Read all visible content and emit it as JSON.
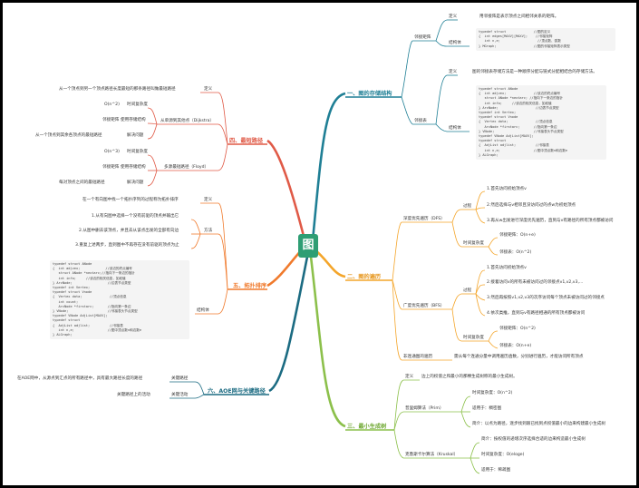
{
  "center": "图",
  "branch1": {
    "title": "一、图的存储结构",
    "adj_matrix": {
      "label": "邻接矩阵",
      "def_label": "定义",
      "def_text": "用邻接阵是表示顶点之间相邻关系的矩阵。",
      "struct_label": "结构体",
      "code": "typedef struct              //图的定义\n{  int edges[MAXV][MAXV];    //邻接矩阵\n   int n,e;                   //顶点数、弧数\n} MGraph;                   //图的邻接矩阵表示类型"
    },
    "adj_list": {
      "label": "邻接表",
      "def_label": "定义",
      "def_text": "图的邻接表存储方法是一种顺序分配与链式分配相结合的存储方法。",
      "struct_label": "结构体",
      "code": "typedef struct ANode\n{  int adjvex;              //该边的终点编号\n   struct ANode *nextarc; //指向下一条边的指针\n   int info;     //该边的相关信息，如权值\n} ArcNode;                   //边表节点类型\ntypedef int Vertex;\ntypedef struct Vnode\n{  Vertex data;              //顶点信息\n   ArcNode *firstarc;       //指向第一条边\n} VNode;                    //邻接表头节点类型\ntypedef VNode AdjList[MAXV];\ntypedef struct\n{  AdjList adjlist;          //邻接表\n   int n,e;                 //图中顶点数n和边数e\n} ALGraph;"
    }
  },
  "branch2": {
    "title": "二、图的遍历",
    "dfs": {
      "label": "深度优先遍历（DFS）",
      "process_label": "过程",
      "steps": [
        "1.首先访问初始顶点v",
        "2.然后选择与v相邻且没访问过的点w为初始顶点",
        "3.再从w出发进行深度优先遍历，直到与v有路径的所有顶点都被访问"
      ],
      "complexity_label": "时间复杂度",
      "complexities": [
        "邻接矩阵：O(n+e)",
        "邻接表：O(n^2)"
      ]
    },
    "bfs": {
      "label": "广度优先遍历（BFS）",
      "process_label": "过程",
      "steps": [
        "1.首先访问初始顶点v",
        "2.接着访问v的所有未被访问过的邻接点v1,v2,v3,...",
        "3.然后再按照v1,v2,v3的次序访问每个顶点未被访问过的邻接点",
        "4.依次类推，直到与v有路径相通的所有顶点都被访问"
      ],
      "complexity_label": "时间复杂度",
      "complexities": [
        "邻接矩阵：O(n^2)",
        "邻接表：O(n+e)"
      ]
    },
    "non_connected": {
      "label": "非连通图的遍历",
      "text": "需从每个连通分量中调用遍历函数，分别进行遍历，才能访问所有顶点"
    }
  },
  "branch3": {
    "title": "三、最小生成树",
    "def_label": "定义",
    "def_text": "边上的权值之和最小的那棵生成树称的最小生成树。",
    "prim": {
      "label": "普里姆算法（Prim）",
      "items": [
        "时间复杂度：O(n^2)",
        "适用于：稠密图",
        "简介：以点为路径，逐步找到跟已找到点权值最小的边来构建最小生成树"
      ]
    },
    "kruskal": {
      "label": "克鲁斯卡尔算法（Kruskal）",
      "items": [
        "简介：按权值的递增次序选择合适的边来构造最小生成树",
        "时间复杂度：O(eloge)",
        "适用于：稀疏图"
      ]
    }
  },
  "branch4": {
    "title": "四、最短路径",
    "def_label": "定义",
    "def_text": "从一个顶点到另一个顶点路径长度最短的那条路径叫做最短路径",
    "dijkstra": {
      "label": "从单源到其他点（Dijkstra）",
      "complexity_label": "时间复杂度",
      "complexity": "O(n^2)",
      "storage_label": "使用存储结构",
      "storage": "邻接矩阵",
      "solve_label": "解决问题",
      "solve": "从一个顶点到其余各顶点的最短路径"
    },
    "floyd": {
      "label": "多源最短路径（Floyd）",
      "complexity_label": "时间复杂度",
      "complexity": "O(n^3)",
      "storage_label": "使用存储结构",
      "storage": "邻接矩阵",
      "solve_label": "解决问题",
      "solve": "每对顶点之间的最短路径"
    }
  },
  "branch5": {
    "title": "五、拓扑排序",
    "def_label": "定义",
    "def_text": "在一个有向图中找一个拓扑序列的过程称为拓扑排序",
    "method_label": "方法",
    "methods": [
      "1.从有向图中选择一个没有前驱的顶点并输出它",
      "2.从图中删去该顶点，并且去从该点出发的全部有向边",
      "3.重复上述两步，直到图中不再存在没有前驱的顶点为止"
    ],
    "struct_label": "结构体",
    "code": "typedef struct ANode\n{  int adjvex;             //该边的终点编号\n   struct ANode *nextarc;//指向下一条边的指针\n   int info;     //该边的相关信息，如权值\n} ArcNode;                  //边表节点类型\ntypedef int Vertex;\ntypedef struct Vnode\n{  Vertex data;              //顶点信息\n   int count;\n   ArcNode *firstarc;       //指向第一条边\n} VNode;                    //邻接表头节点类型\ntypedef VNode AdjList[MAXV];\ntypedef struct\n{  AdjList adjlist;          //邻接表\n   int n,e;                 //图中顶点数n和边数e\n} ALGraph;"
  },
  "branch6": {
    "title": "六、AOE网与关键路径",
    "critical_path_label": "关键路径",
    "critical_path_text": "在AOE网中，从源点到汇点的所有路径中，具有最大路径长度的路径",
    "critical_activity_label": "关键活动",
    "critical_activity_text": "关键路径上的活动"
  },
  "colors": {
    "b1": "#1f7f95",
    "b2": "#f4a52a",
    "b3": "#8cc04b",
    "b4": "#e05a47",
    "b5": "#f07a2c",
    "b6": "#1b6b82",
    "center": "#2e9e74"
  }
}
